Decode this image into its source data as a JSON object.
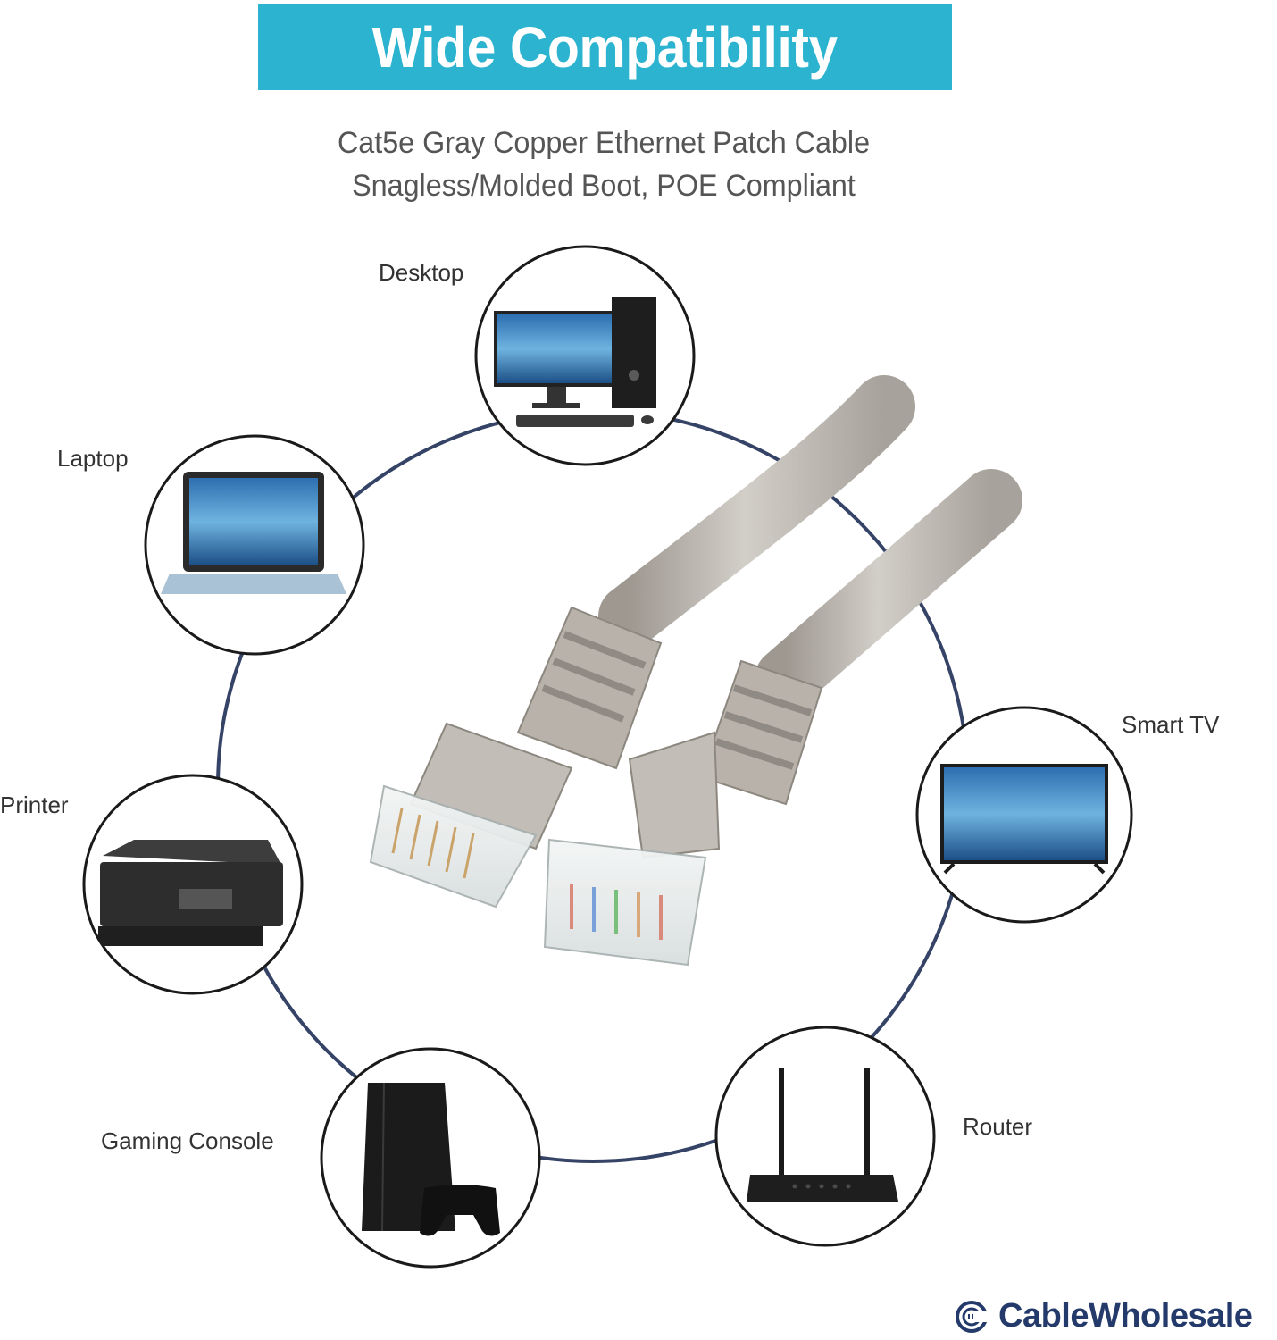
{
  "banner": {
    "title": "Wide Compatibility",
    "background": "#2bb3cf"
  },
  "subtitle": {
    "line1": "Cat5e Gray Copper Ethernet Patch Cable",
    "line2": "Snagless/Molded Boot, POE Compliant"
  },
  "devices": {
    "desktop": "Desktop",
    "laptop": "Laptop",
    "smart_tv": "Smart TV",
    "printer": "Printer",
    "router": "Router",
    "gaming_console": "Gaming Console"
  },
  "colors": {
    "ring": "#1f2f57",
    "circle_border": "#1a1a1a",
    "cable": "#b9b4ad",
    "brand": "#233a6a"
  },
  "brand": {
    "name": "CableWholesale"
  }
}
